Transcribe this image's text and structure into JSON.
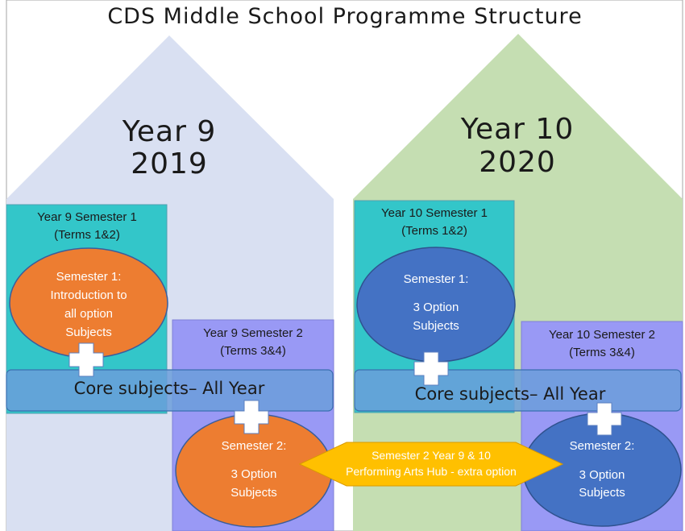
{
  "title": "CDS Middle School Programme Structure",
  "year9": {
    "heading_line1": "Year 9",
    "heading_line2": "2019",
    "semester1": {
      "box_line1": "Year 9 Semester 1",
      "box_line2": "(Terms 1&2)",
      "oval_line1": "Semester 1:",
      "oval_line2": "Introduction to",
      "oval_line3": "all option",
      "oval_line4": "Subjects"
    },
    "semester2": {
      "box_line1": "Year 9 Semester 2",
      "box_line2": "(Terms 3&4)",
      "oval_line1": "Semester 2:",
      "oval_line2": "3 Option",
      "oval_line3": "Subjects"
    },
    "core_label": "Core subjects– All Year"
  },
  "year10": {
    "heading_line1": "Year 10",
    "heading_line2": "2020",
    "semester1": {
      "box_line1": "Year 10 Semester 1",
      "box_line2": "(Terms 1&2)",
      "oval_line1": "Semester 1:",
      "oval_line2": "3 Option",
      "oval_line3": "Subjects"
    },
    "semester2": {
      "box_line1": "Year 10 Semester 2",
      "box_line2": "(Terms 3&4)",
      "oval_line1": "Semester 2:",
      "oval_line2": "3 Option",
      "oval_line3": "Subjects"
    },
    "core_label": "Core subjects– All Year"
  },
  "hub": {
    "line1": "Semester 2 Year 9 & 10",
    "line2": "Performing Arts Hub - extra option"
  },
  "colors": {
    "year9_house": "#d9e0f2",
    "year10_house": "#c5deb2",
    "semester1_box": "#33c6c9",
    "semester2_box": "#9999f5",
    "core_band": "#6b9ddb",
    "orange_oval": "#ed7d31",
    "blue_oval": "#4472c4",
    "hub_arrow": "#ffc000"
  }
}
